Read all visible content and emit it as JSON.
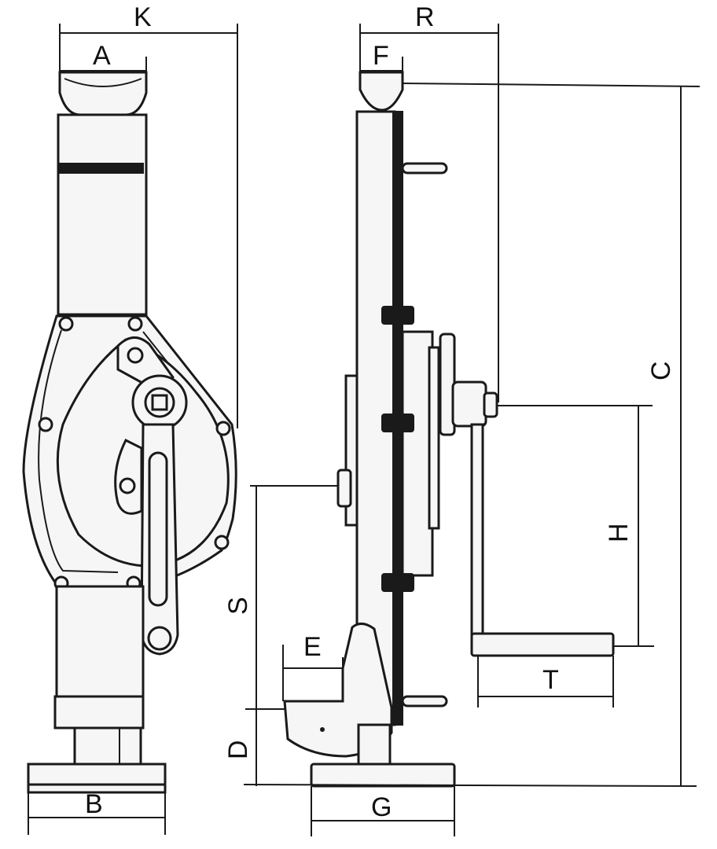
{
  "diagram": {
    "labels": {
      "K": "K",
      "A": "A",
      "R": "R",
      "F": "F",
      "C": "C",
      "H": "H",
      "S": "S",
      "E": "E",
      "T": "T",
      "D": "D",
      "B": "B",
      "G": "G"
    }
  }
}
